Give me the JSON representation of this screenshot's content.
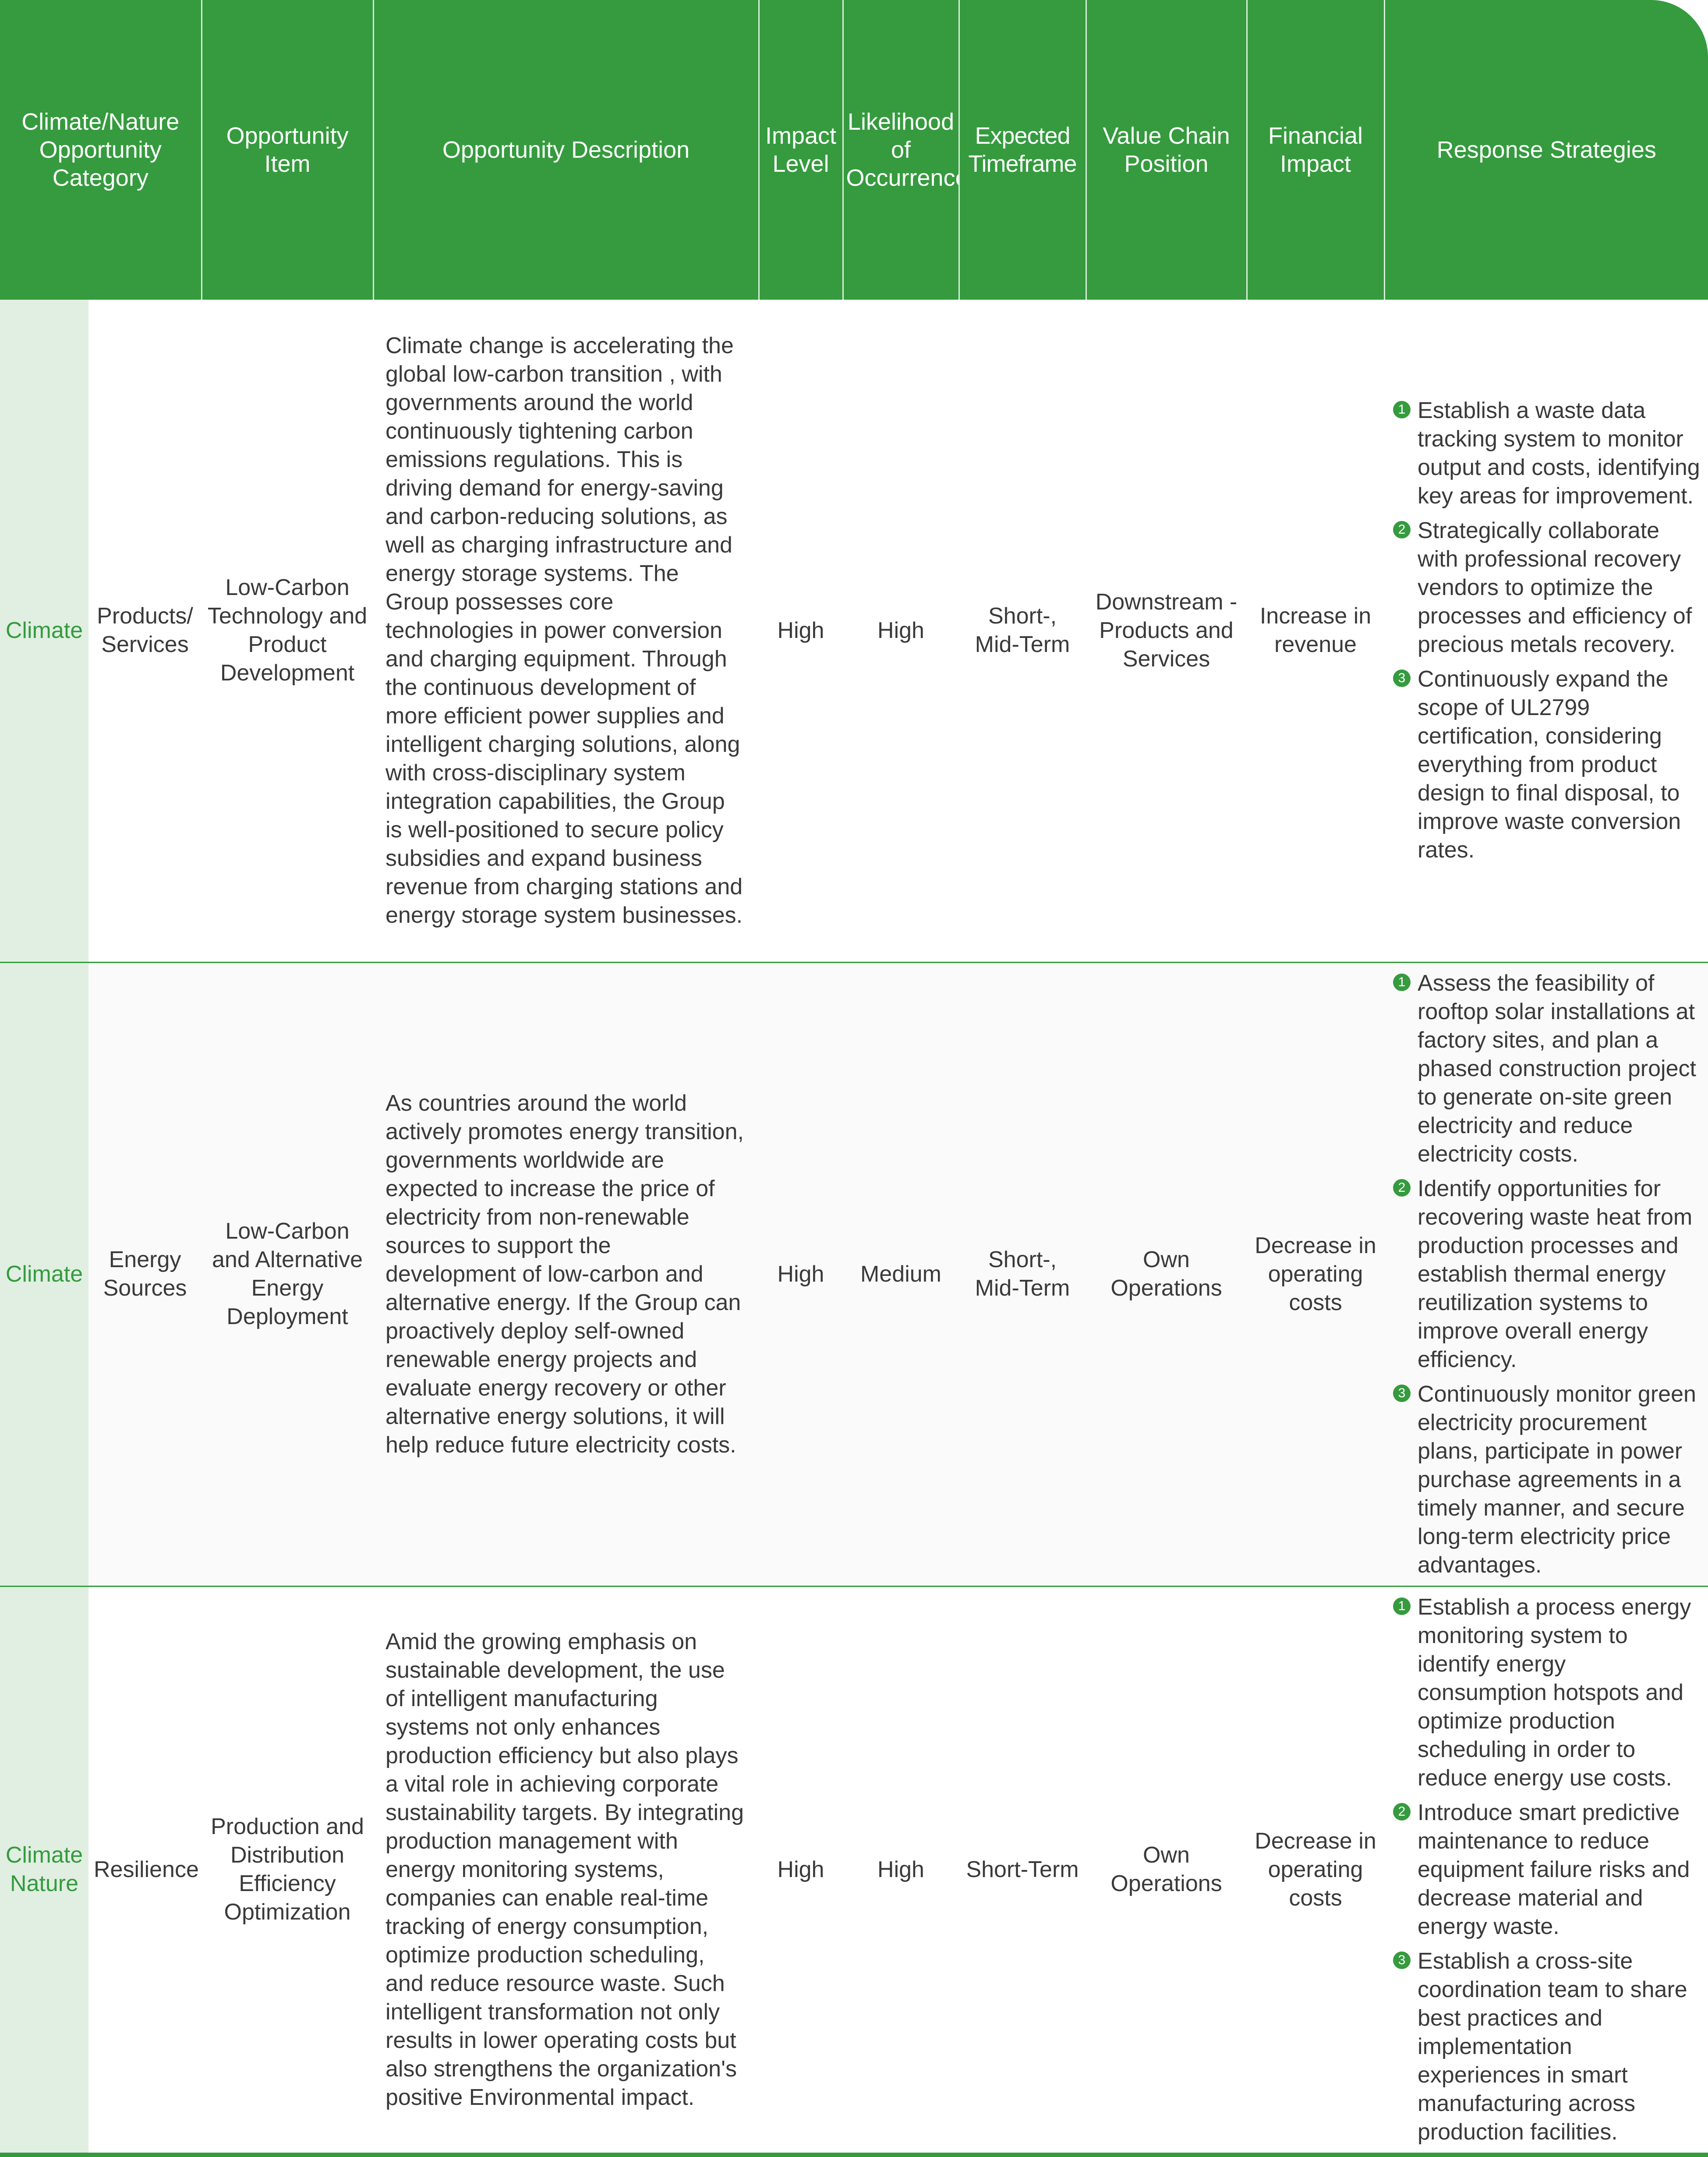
{
  "header": {
    "category": "Climate/Nature Opportunity Category",
    "item": "Opportunity Item",
    "description": "Opportunity Description",
    "impact": "Impact Level",
    "likelihood": "Likelihood of Occurrence",
    "timeframe": "Expected Timeframe",
    "value_chain": "Value Chain Position",
    "financial": "Financial Impact",
    "strategies": "Response Strategies"
  },
  "rows": [
    {
      "type": "Climate",
      "category": "Products/ Services",
      "item": "Low-Carbon Technology and Product Development",
      "description": "Climate change is accelerating the global low-carbon transition , with governments around the world continuously tightening carbon emissions regulations. This is driving demand for energy-saving and carbon-reducing solutions, as well as charging infrastructure and energy storage systems. The Group possesses core technologies in power conversion and charging equipment. Through the continuous development of more efficient power supplies and intelligent charging solutions, along with cross-disciplinary system integration capabilities, the Group is well-positioned to secure policy subsidies and expand business revenue from charging stations and energy storage system businesses.",
      "impact": "High",
      "likelihood": "High",
      "timeframe": "Short-, Mid-Term",
      "value_chain": "Downstream - Products and Services",
      "financial": "Increase in revenue",
      "strategies": [
        {
          "num": "1",
          "text": "Establish a waste data tracking system to monitor output and costs, identifying key areas for  improvement."
        },
        {
          "num": "2",
          "text": "Strategically collaborate with professional recovery vendors to optimize the processes and efficiency of precious metals recovery."
        },
        {
          "num": "3",
          "text": "Continuously expand the scope of UL2799 certification, considering everything from product design to final disposal, to improve waste conversion rates."
        }
      ]
    },
    {
      "type": "Climate",
      "category": "Energy Sources",
      "item": "Low-Carbon and Alternative Energy Deployment",
      "description": "As countries around the world actively promotes energy transition, governments worldwide are expected to increase the price of electricity from non-renewable sources to support the development of low-carbon and alternative energy. If the Group can proactively deploy self-owned renewable energy projects and evaluate energy recovery or other alternative energy solutions, it will help reduce future electricity costs.",
      "impact": "High",
      "likelihood": "Medium",
      "timeframe": "Short-, Mid-Term",
      "value_chain": "Own Operations",
      "financial": "Decrease in operating costs",
      "strategies": [
        {
          "num": "1",
          "text": "Assess the feasibility of rooftop solar installations at factory sites, and plan a phased construction project to generate on-site green electricity and reduce electricity costs."
        },
        {
          "num": "2",
          "text": "Identify opportunities for recovering waste heat from production processes and establish thermal energy reutilization systems to improve overall energy efficiency."
        },
        {
          "num": "3",
          "text": "Continuously monitor green electricity procurement plans, participate in power purchase agreements in a timely manner, and secure long-term electricity price advantages."
        }
      ]
    },
    {
      "type": "Climate Nature",
      "category": "Resilience",
      "item": "Production and Distribution Efficiency Optimization",
      "description": "Amid the growing emphasis on sustainable development, the use of intelligent manufacturing systems not only enhances production efficiency but also plays a vital role in achieving corporate sustainability targets. By integrating production management with energy monitoring systems, companies can enable real-time tracking of energy consumption, optimize production scheduling, and reduce resource waste. Such intelligent transformation not only results in lower operating costs but also strengthens the organization's positive Environmental impact.",
      "impact": "High",
      "likelihood": "High",
      "timeframe": "Short-Term",
      "value_chain": "Own Operations",
      "financial": "Decrease in operating costs",
      "strategies": [
        {
          "num": "1",
          "text": "Establish a process energy monitoring system to identify energy consumption hotspots and optimize production scheduling in order to reduce energy use costs."
        },
        {
          "num": "2",
          "text": "Introduce smart predictive maintenance to reduce equipment failure risks and decrease material and energy waste."
        },
        {
          "num": "3",
          "text": "Establish a cross-site coordination team to share best practices and implementation experiences in smart manufacturing across production facilities."
        }
      ]
    }
  ]
}
